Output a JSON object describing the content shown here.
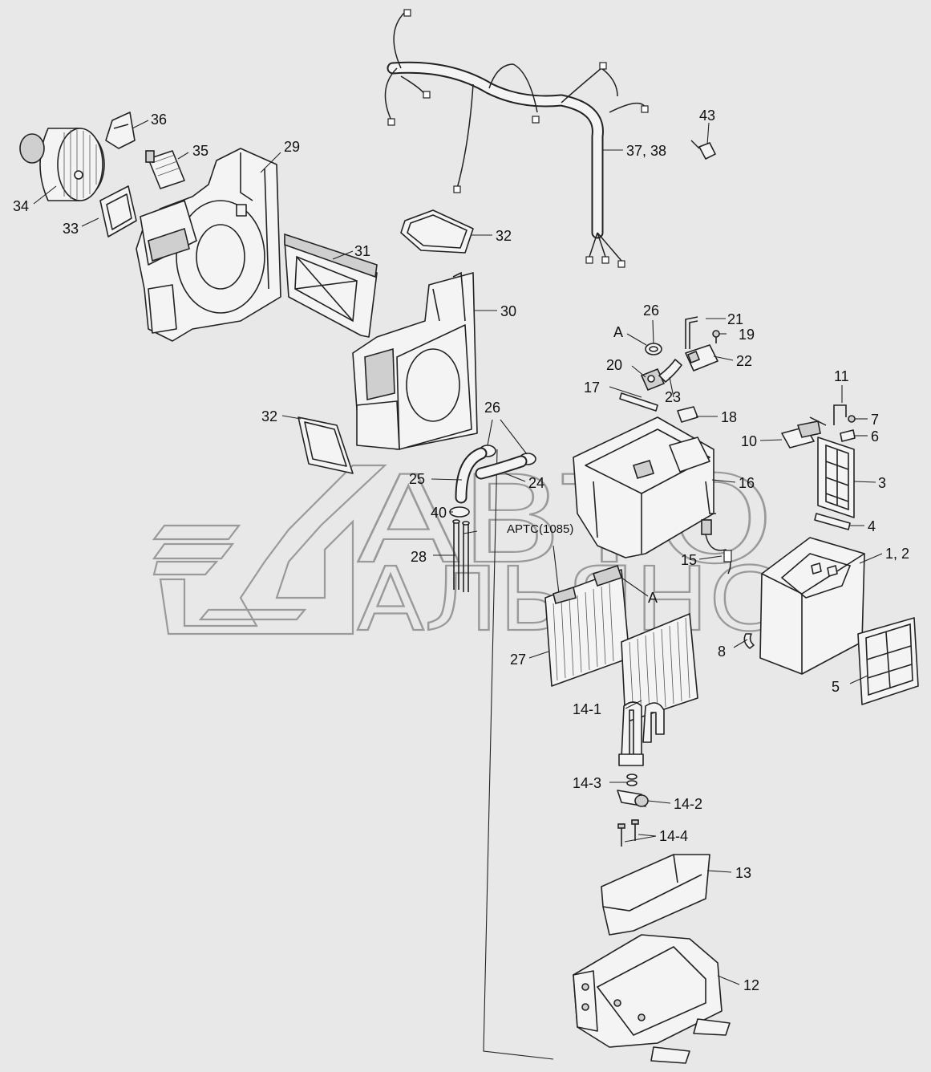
{
  "diagram": {
    "callouts": {
      "c1_2": "1, 2",
      "c3": "3",
      "c4": "4",
      "c5": "5",
      "c6": "6",
      "c7": "7",
      "c8": "8",
      "c10": "10",
      "c11": "11",
      "c12": "12",
      "c13": "13",
      "c14_1": "14-1",
      "c14_2": "14-2",
      "c14_3": "14-3",
      "c14_4": "14-4",
      "c15": "15",
      "c16": "16",
      "c17": "17",
      "c18": "18",
      "c19": "19",
      "c20": "20",
      "c21": "21",
      "c22": "22",
      "c23": "23",
      "c24": "24",
      "c25": "25",
      "c26_top": "26",
      "c26_mid": "26",
      "c27": "27",
      "c28": "28",
      "c29": "29",
      "c30": "30",
      "c31": "31",
      "c32_top": "32",
      "c32_left": "32",
      "c33": "33",
      "c34": "34",
      "c35": "35",
      "c36": "36",
      "c37_38": "37, 38",
      "c40": "40",
      "c43": "43",
      "a_top": "A",
      "a_bottom": "A",
      "aptc": "APTC(1085)"
    },
    "watermark": {
      "line1": "АВТО",
      "line2": "АЛЬЯНС"
    }
  }
}
